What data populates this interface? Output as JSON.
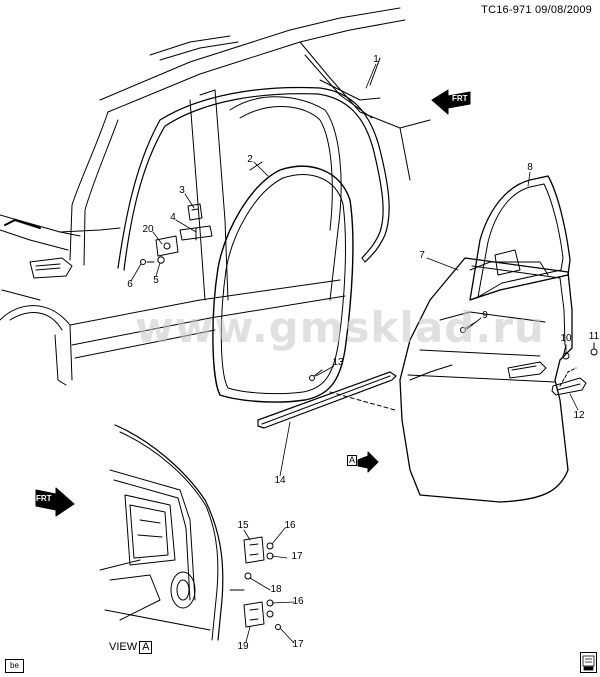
{
  "header": {
    "code": "TC16-971",
    "date": "09/08/2009"
  },
  "watermark": "www.gmsklad.ru",
  "callouts": [
    {
      "id": "1",
      "label": "1"
    },
    {
      "id": "2",
      "label": "2"
    },
    {
      "id": "3",
      "label": "3"
    },
    {
      "id": "4",
      "label": "4"
    },
    {
      "id": "5",
      "label": "5"
    },
    {
      "id": "6",
      "label": "6"
    },
    {
      "id": "7",
      "label": "7"
    },
    {
      "id": "8",
      "label": "8"
    },
    {
      "id": "9",
      "label": "9"
    },
    {
      "id": "10",
      "label": "10"
    },
    {
      "id": "11",
      "label": "11"
    },
    {
      "id": "12",
      "label": "12"
    },
    {
      "id": "13",
      "label": "13"
    },
    {
      "id": "14",
      "label": "14"
    },
    {
      "id": "15",
      "label": "15"
    },
    {
      "id": "16a",
      "label": "16"
    },
    {
      "id": "16b",
      "label": "16"
    },
    {
      "id": "17a",
      "label": "17"
    },
    {
      "id": "17b",
      "label": "17"
    },
    {
      "id": "18",
      "label": "18"
    },
    {
      "id": "19",
      "label": "19"
    },
    {
      "id": "20",
      "label": "20"
    }
  ],
  "view_label": {
    "prefix": "VIEW",
    "letter": "A"
  },
  "view_arrow_letter": "A",
  "forward_arrows": [
    {
      "id": "top",
      "label": "FRT"
    },
    {
      "id": "bottom",
      "label": "FRT"
    }
  ],
  "badge": "be",
  "icons": {
    "forward": "forward-arrow-icon",
    "view": "view-direction-arrow-icon",
    "book": "service-manual-icon"
  },
  "colors": {
    "line": "#000000",
    "watermark": "#c8c8c8",
    "background": "#ffffff"
  }
}
